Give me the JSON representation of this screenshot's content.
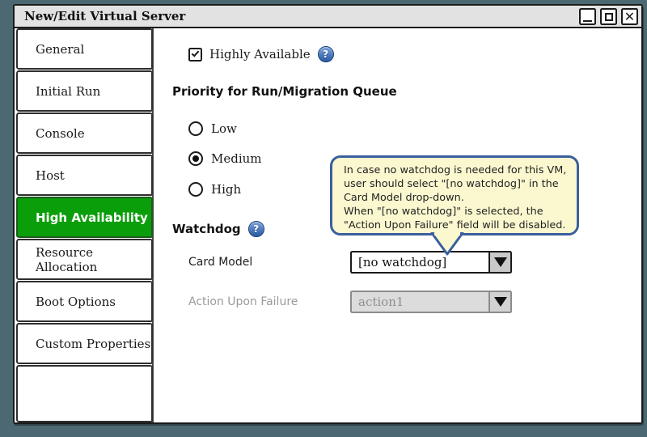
{
  "window": {
    "title": "New/Edit Virtual Server",
    "controls": [
      "minimize",
      "maximize",
      "close"
    ],
    "close_glyph": "✕"
  },
  "sidebar": {
    "items": [
      {
        "label": "General",
        "selected": false
      },
      {
        "label": "Initial Run",
        "selected": false
      },
      {
        "label": "Console",
        "selected": false
      },
      {
        "label": "Host",
        "selected": false
      },
      {
        "label": "High Availability",
        "selected": true
      },
      {
        "label": "Resource Allocation",
        "selected": false
      },
      {
        "label": "Boot Options",
        "selected": false
      },
      {
        "label": "Custom Properties",
        "selected": false
      }
    ]
  },
  "main": {
    "highly_available": {
      "label": "Highly Available",
      "checked": true,
      "help_glyph": "?"
    },
    "priority": {
      "heading": "Priority for Run/Migration Queue",
      "options": [
        {
          "label": "Low",
          "selected": false
        },
        {
          "label": "Medium",
          "selected": true
        },
        {
          "label": "High",
          "selected": false
        }
      ]
    },
    "watchdog": {
      "heading": "Watchdog",
      "help_glyph": "?",
      "card_model": {
        "label": "Card Model",
        "value": "[no watchdog]",
        "disabled": false
      },
      "action_upon_failure": {
        "label": "Action Upon Failure",
        "value": "action1",
        "disabled": true
      }
    }
  },
  "tooltip": {
    "lines": [
      "In case no watchdog is needed for this VM,",
      "user should select \"[no watchdog]\" in the",
      "Card Model drop-down.",
      "When \"[no watchdog]\" is selected, the",
      "\"Action Upon Failure\" field will be disabled."
    ]
  },
  "colors": {
    "desktop": "#4C6873",
    "selected_green": "#0A9E0A",
    "tooltip_bg": "#FBF8D0",
    "tooltip_border": "#3A5F9E",
    "help_blue": "#2A59A5",
    "titlebar": "#E2E2E2"
  }
}
